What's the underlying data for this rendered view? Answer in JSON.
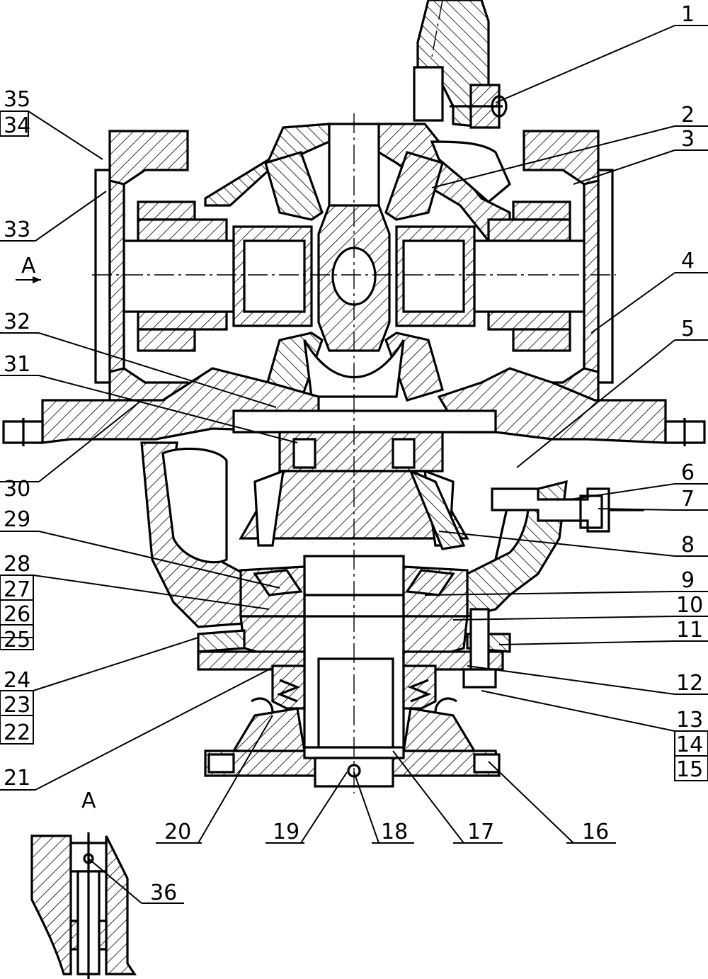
{
  "view_marker": "A",
  "detail_title": "A",
  "callouts": {
    "c1": "1",
    "c2": "2",
    "c3": "3",
    "c4": "4",
    "c5": "5",
    "c6": "6",
    "c7": "7",
    "c8": "8",
    "c9": "9",
    "c10": "10",
    "c11": "11",
    "c12": "12",
    "c13": "13",
    "c14": "14",
    "c15": "15",
    "c16": "16",
    "c17": "17",
    "c18": "18",
    "c19": "19",
    "c20": "20",
    "c21": "21",
    "c22": "22",
    "c23": "23",
    "c24": "24",
    "c25": "25",
    "c26": "26",
    "c27": "27",
    "c28": "28",
    "c29": "29",
    "c30": "30",
    "c31": "31",
    "c32": "32",
    "c33": "33",
    "c34": "34",
    "c35": "35",
    "c36": "36"
  }
}
